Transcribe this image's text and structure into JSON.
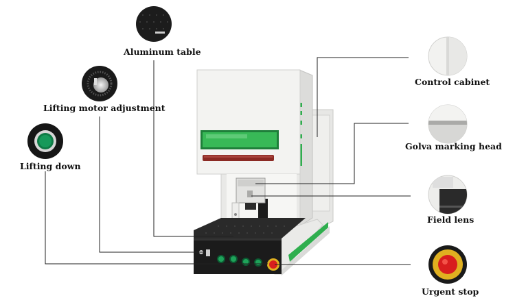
{
  "labels": {
    "aluminum_table": "Aluminum table",
    "lifting_motor_adjustment": "Lifting motor adjustment",
    "lifting_down": "Lifting down",
    "control_cabinet": "Control cabinet",
    "golva_marking_head": "Golva marking head",
    "field_lens": "Field lens",
    "urgent_stop": "Urgent stop"
  },
  "colors": {
    "machine_body": "#f1f1ef",
    "machine_shade": "#dcdcda",
    "window_green": "#2fae4e",
    "window_dark_green": "#1f7f3a",
    "handle_red": "#8b2a24",
    "panel_black": "#1b1b1b",
    "button_green": "#1fa35a",
    "stop_red": "#d81e1e",
    "stop_yellow": "#e0b020",
    "callout_line": "#222222"
  },
  "icons": [
    "aluminum-table-photo",
    "lifting-motor-knob-photo",
    "lifting-down-button-photo",
    "control-cabinet-photo",
    "golva-marking-head-photo",
    "field-lens-photo",
    "urgent-stop-photo"
  ]
}
